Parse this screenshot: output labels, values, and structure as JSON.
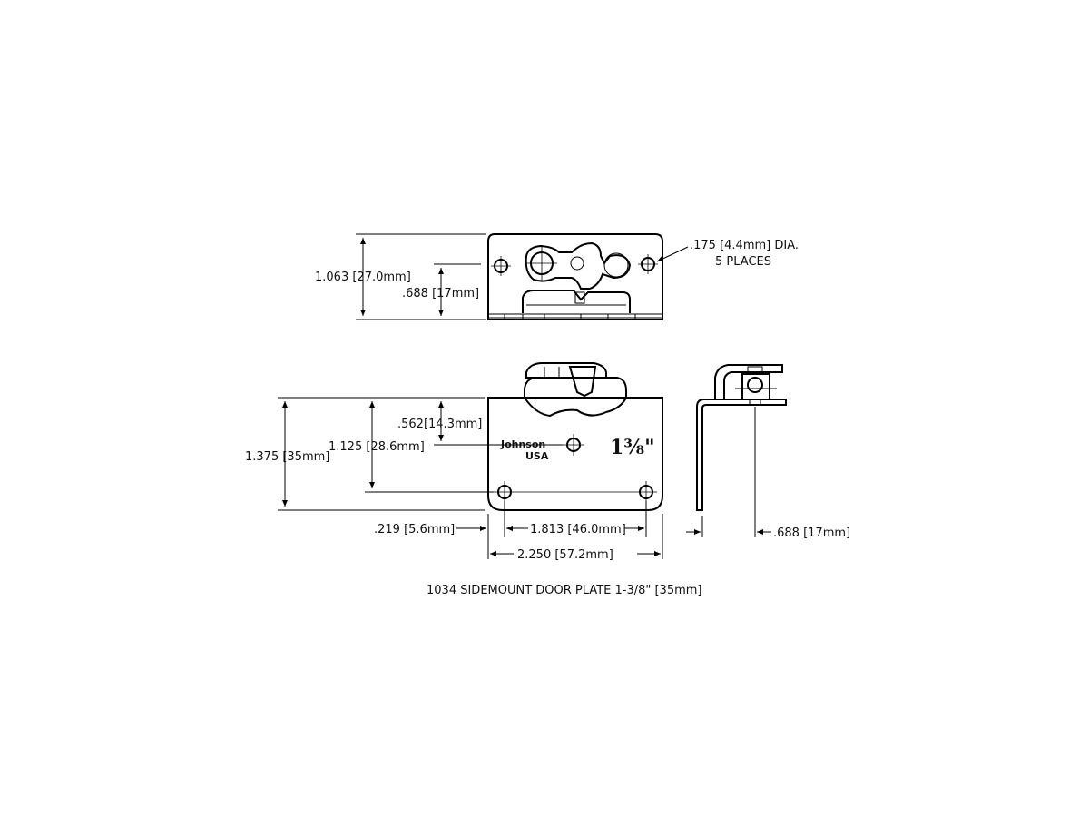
{
  "title": "1034 SIDEMOUNT DOOR PLATE 1-3/8\" [35mm]",
  "top_view": {
    "overall_height": "1.063 [27.0mm]",
    "inner_height": ".688 [17mm]",
    "hole_note_line1": ".175 [4.4mm] DIA.",
    "hole_note_line2": "5 PLACES"
  },
  "front_view": {
    "overall_height": "1.375 [35mm]",
    "hole_row_height": "1.125 [28.6mm]",
    "center_hole_height": ".562[14.3mm]",
    "brand_line1": "Johnson",
    "brand_line2": "USA",
    "size_stamp": "1⅜\"",
    "edge_offset": ".219 [5.6mm]",
    "hole_spacing": "1.813 [46.0mm]",
    "overall_width": "2.250 [57.2mm]"
  },
  "side_view": {
    "depth": ".688 [17mm]"
  }
}
